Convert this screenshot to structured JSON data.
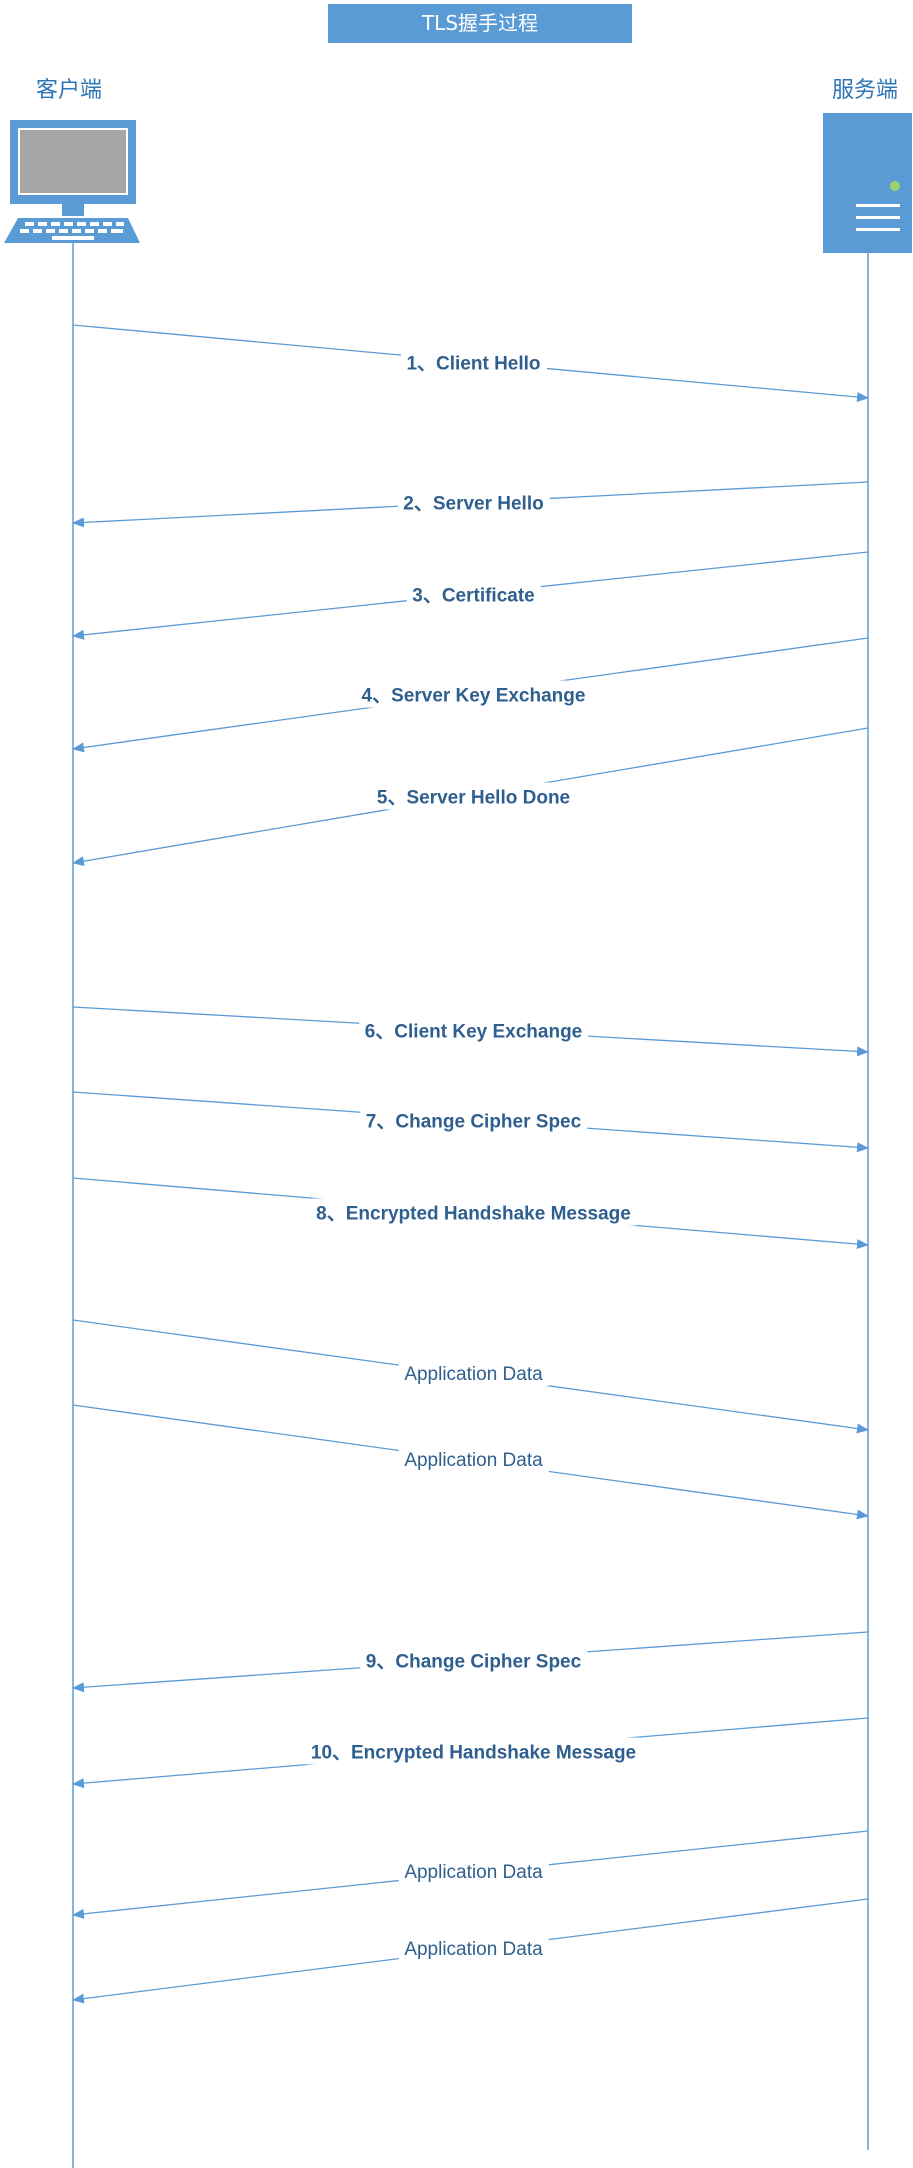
{
  "title": "TLS握手过程",
  "actors": {
    "client": "客户端",
    "server": "服务端"
  },
  "colors": {
    "line": "#5b9bd5",
    "box": "#5b9bd5",
    "label": "#2f5f8f",
    "screen": "#a6a6a6",
    "led": "#9bd36b"
  },
  "messages": [
    {
      "label": "1、Client Hello",
      "dir": "c2s",
      "bold": true
    },
    {
      "label": "2、Server Hello",
      "dir": "s2c",
      "bold": true
    },
    {
      "label": "3、Certificate",
      "dir": "s2c",
      "bold": true
    },
    {
      "label": "4、Server Key Exchange",
      "dir": "s2c",
      "bold": true
    },
    {
      "label": "5、Server Hello Done",
      "dir": "s2c",
      "bold": true
    },
    {
      "label": "6、Client Key Exchange",
      "dir": "c2s",
      "bold": true
    },
    {
      "label": "7、Change Cipher Spec",
      "dir": "c2s",
      "bold": true
    },
    {
      "label": "8、Encrypted Handshake Message",
      "dir": "c2s",
      "bold": true
    },
    {
      "label": "Application Data",
      "dir": "c2s",
      "bold": false
    },
    {
      "label": "Application Data",
      "dir": "c2s",
      "bold": false
    },
    {
      "label": "9、Change Cipher Spec",
      "dir": "s2c",
      "bold": true
    },
    {
      "label": "10、Encrypted Handshake Message",
      "dir": "s2c",
      "bold": true
    },
    {
      "label": "Application Data",
      "dir": "s2c",
      "bold": false
    },
    {
      "label": "Application Data",
      "dir": "s2c",
      "bold": false
    }
  ]
}
